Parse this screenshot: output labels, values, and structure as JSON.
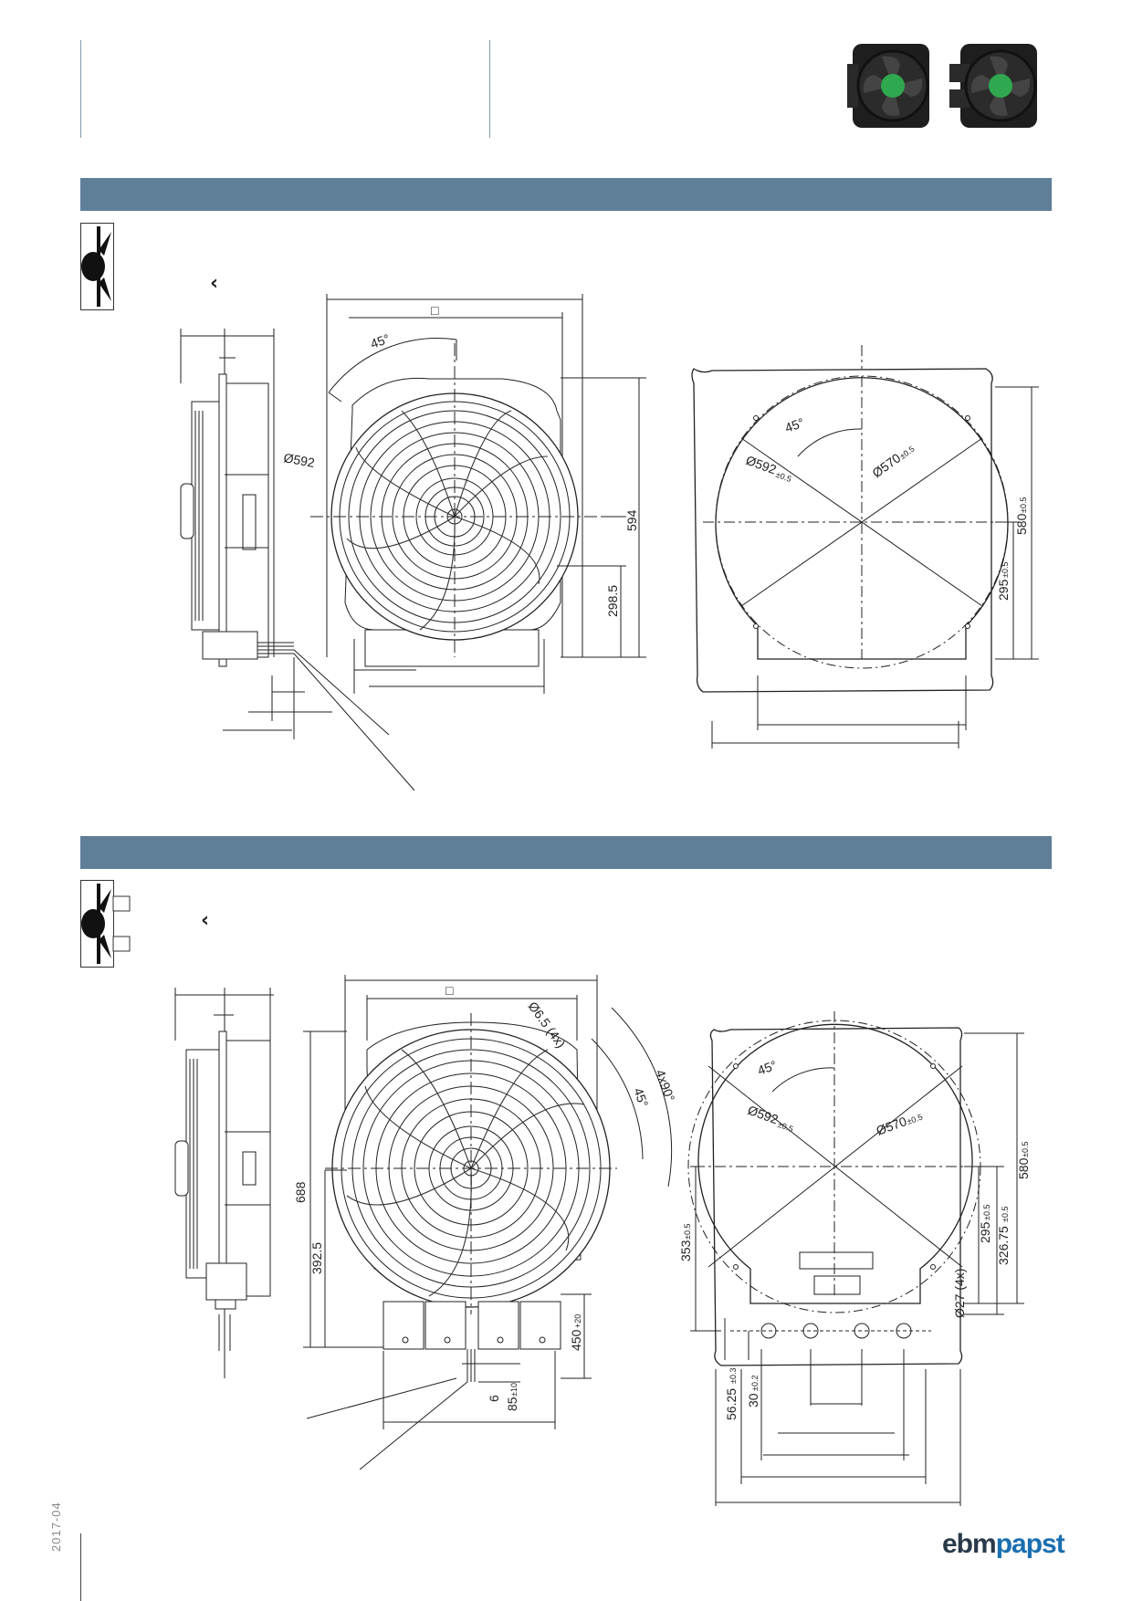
{
  "header": {
    "thumb_count": 2
  },
  "sections": [
    {
      "mark": "‹"
    },
    {
      "mark": "‹"
    }
  ],
  "drawing1": {
    "square_label": "□",
    "angle_fan": "45°",
    "diameter_fan": "Ø592",
    "height_total": "594",
    "height_center": "298.5",
    "cut_angle": "45°",
    "cut_d592_main": "Ø592",
    "cut_d592_tol": "±0.5",
    "cut_d570_main": "Ø570",
    "cut_d570_tol": "±0.5",
    "cut_h580_main": "580",
    "cut_h580_tol": "±0.5",
    "cut_h295_main": "295",
    "cut_h295_tol": "±0.5"
  },
  "drawing2": {
    "square_label": "□",
    "hole_label": "Ø6.5 (4x)",
    "angle_4x90": "4x90°",
    "angle_45": "45°",
    "height_688": "688",
    "height_392": "392.5",
    "dim_450_main": "450",
    "dim_450_tol": "+20",
    "dim_6": "6",
    "dim_85_main": "85",
    "dim_85_tol": "±10",
    "cut_angle": "45°",
    "cut_d592_main": "Ø592",
    "cut_d592_tol": "±0.5",
    "cut_d570_main": "Ø570",
    "cut_d570_tol": "±0.5",
    "cut_h580_main": "580",
    "cut_h580_tol": "±0.5",
    "cut_h295_main": "295",
    "cut_h295_tol": "±0.5",
    "cut_h326_main": "326.75",
    "cut_h326_tol": "±0.5",
    "cut_h353_main": "353",
    "cut_h353_tol": "±0.5",
    "cut_d27": "Ø27 (4x)",
    "cut_d56_main": "56.25",
    "cut_d56_tol": "±0.3",
    "cut_d30_main": "30",
    "cut_d30_tol": "±0.2"
  },
  "footer": {
    "date": "2017-04",
    "logo_part1": "ebm",
    "logo_part2": "papst"
  },
  "colors": {
    "section_bar": "#5f7f99",
    "rule": "#7f9cb1",
    "fan_hub": "#2fa84f",
    "logo_dark": "#2a3a4a",
    "logo_blue": "#1a6fb0"
  }
}
